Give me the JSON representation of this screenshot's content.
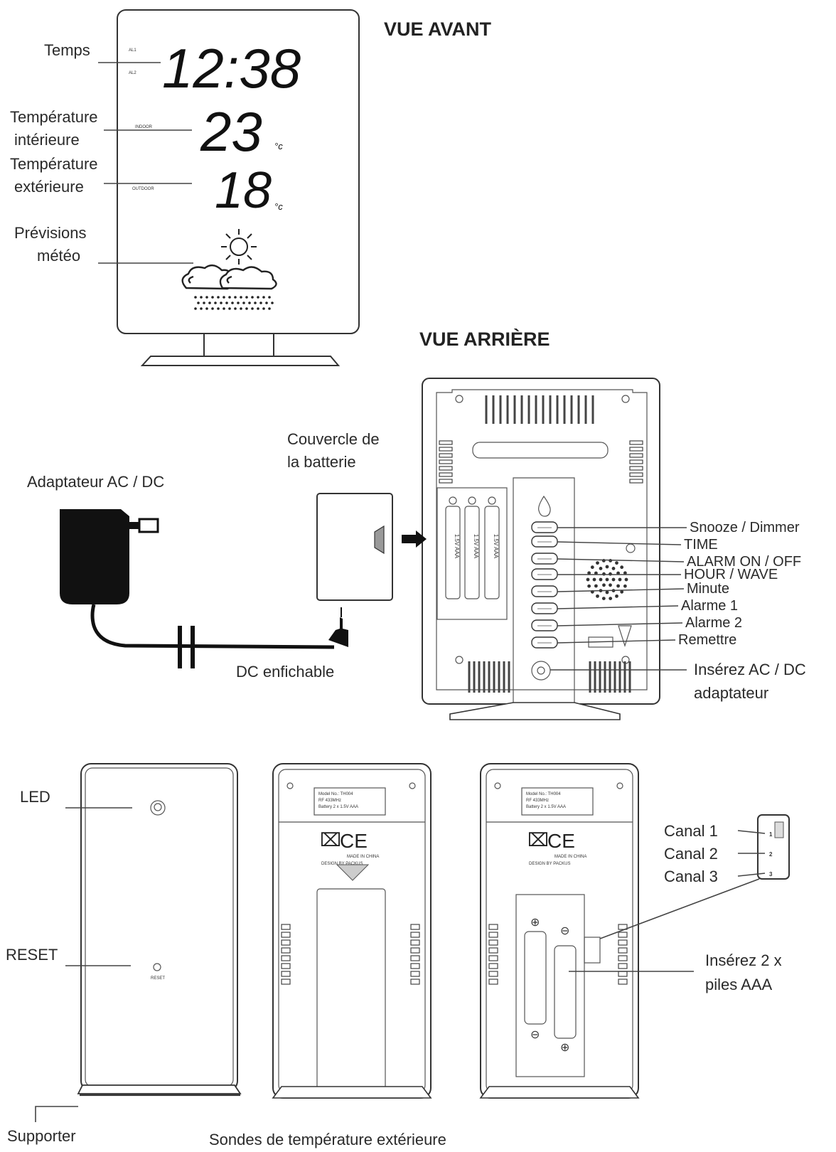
{
  "titles": {
    "front": "VUE AVANT",
    "back": "VUE ARRIÈRE",
    "sensors": "Sondes de température extérieure"
  },
  "front_display": {
    "time": "12:38",
    "indoor_temp": "23",
    "outdoor_temp": "18",
    "unit": "°c",
    "al1": "AL1",
    "al2": "AL2",
    "indoor_word": "INDOOR",
    "outdoor_word": "OUTDOOR"
  },
  "front_labels": {
    "temps": "Temps",
    "temp_int_1": "Température",
    "temp_int_2": "intérieure",
    "temp_ext_1": "Température",
    "temp_ext_2": "extérieure",
    "forecast_1": "Prévisions",
    "forecast_2": "météo"
  },
  "back_labels": {
    "battery_cover_1": "Couvercle de",
    "battery_cover_2": "la batterie",
    "adapter": "Adaptateur AC / DC",
    "dc_plug": "DC enfichable",
    "battery_text": "1.5V AAA"
  },
  "buttons": [
    {
      "label": "Snooze / Dimmer"
    },
    {
      "label": "TIME"
    },
    {
      "label": "ALARM ON / OFF"
    },
    {
      "label": "HOUR / WAVE"
    },
    {
      "label": "Minute"
    },
    {
      "label": "Alarme 1"
    },
    {
      "label": "Alarme 2"
    },
    {
      "label": "Remettre"
    }
  ],
  "insert_adapter_1": "Insérez AC / DC",
  "insert_adapter_2": "adaptateur",
  "sensor_labels": {
    "led": "LED",
    "reset": "RESET",
    "reset_small": "RESET",
    "supporter": "Supporter",
    "channel_1": "Canal 1",
    "channel_2": "Canal 2",
    "channel_3": "Canal 3",
    "insert_batteries_1": "Insérez 2 x",
    "insert_batteries_2": "piles AAA",
    "switch_1": "1",
    "switch_2": "2",
    "switch_3": "3",
    "sticker_1": "Model No.: TH004",
    "sticker_2": "RF 433MHz",
    "sticker_3": "Battery 2 x 1.5V AAA",
    "made_in": "MADE IN CHINA",
    "design_by": "DESIGN BY PACKUS",
    "ce": "CE"
  }
}
